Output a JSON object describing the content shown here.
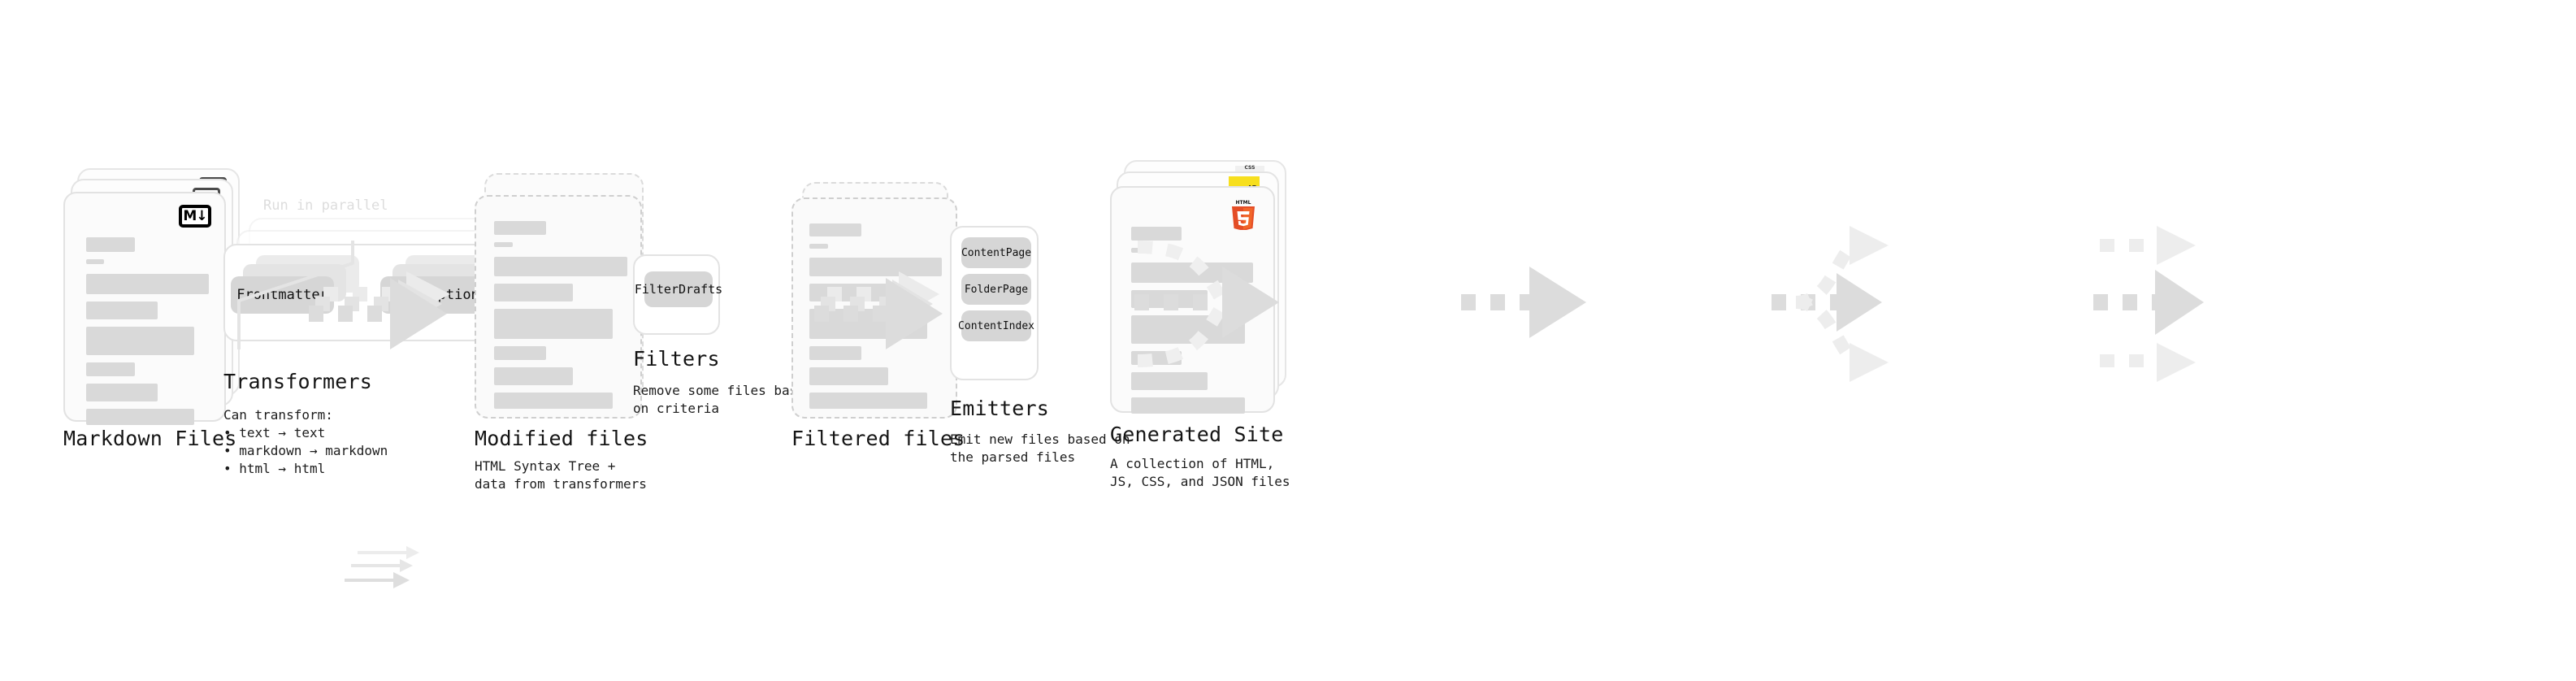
{
  "diagram": {
    "background": "#ffffff",
    "accent_gray": "#d9d9d9",
    "chip_gray": "#d6d6d6",
    "arrow_gray": "#dcdcdc",
    "text_color": "#111111"
  },
  "stages": [
    {
      "id": "markdown-files",
      "title": "Markdown Files",
      "subtitle": "",
      "badge": "markdown-logo",
      "badge_text": "M↓",
      "card_count": 3
    },
    {
      "id": "transformers",
      "title": "Transformers",
      "subtitle": "Can transform:\n• text → text\n• markdown → markdown\n• html → html",
      "callout": "Run in parallel",
      "chips": [
        "Frontmatter",
        "Description"
      ],
      "stack_count": 3
    },
    {
      "id": "modified-files",
      "title": "Modified files",
      "subtitle": "HTML Syntax Tree +\ndata from transformers",
      "card_count": 2
    },
    {
      "id": "filters",
      "title": "Filters",
      "subtitle": "Remove some files based\non criteria",
      "chips": [
        "FilterDrafts"
      ]
    },
    {
      "id": "filtered-files",
      "title": "Filtered files",
      "subtitle": "",
      "card_count": 2
    },
    {
      "id": "emitters",
      "title": "Emitters",
      "subtitle": "Emit new files based on\nthe parsed files",
      "chips": [
        "ContentPage",
        "FolderPage",
        "ContentIndex"
      ]
    },
    {
      "id": "generated-site",
      "title": "Generated Site",
      "subtitle": "A collection of HTML,\nJS, CSS, and JSON files",
      "badges": [
        "css3-logo",
        "javascript-logo",
        "html5-logo"
      ],
      "badge_texts": {
        "css": "CSS",
        "js": "JS",
        "html": "HTML"
      },
      "card_count": 3
    }
  ],
  "transform_rules": [
    "text → text",
    "markdown → markdown",
    "html → html"
  ],
  "connectors": [
    {
      "from": "markdown-files",
      "to": "transformers",
      "style": "stacked-dashed-arrow"
    },
    {
      "from": "transformers",
      "to": "modified-files",
      "style": "stacked-dashed-arrow"
    },
    {
      "from": "modified-files",
      "to": "filters",
      "style": "fan-in-dashed-arrow"
    },
    {
      "from": "filters",
      "to": "filtered-files",
      "style": "dashed-arrow"
    },
    {
      "from": "filtered-files",
      "to": "emitters",
      "style": "fan-out-dashed-arrow"
    },
    {
      "from": "emitters",
      "to": "generated-site",
      "style": "three-dashed-arrows"
    }
  ]
}
